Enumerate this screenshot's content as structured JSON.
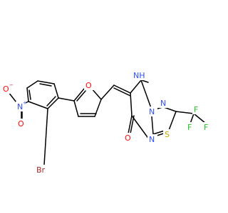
{
  "molecule": {
    "colors": {
      "bond": "#000000",
      "O": "#ff0d0d",
      "N": "#3050f8",
      "S": "#c8a500",
      "F": "#1ec81e",
      "Br": "#a62929",
      "background": "#ffffff"
    },
    "atoms": {
      "o_nitro": "O",
      "o_nitro_charge": "−",
      "n_nitro": "N",
      "n_nitro_charge": "+",
      "o_nitro2": "O",
      "br": "Br",
      "o_furan": "O",
      "nh_imine": "NH",
      "n_bridge": "N",
      "n_thiadiazole": "N",
      "f1": "F",
      "f2": "F",
      "f3": "F",
      "o_carbonyl": "O",
      "n_pyrimidine": "N",
      "s_ring": "S"
    }
  }
}
